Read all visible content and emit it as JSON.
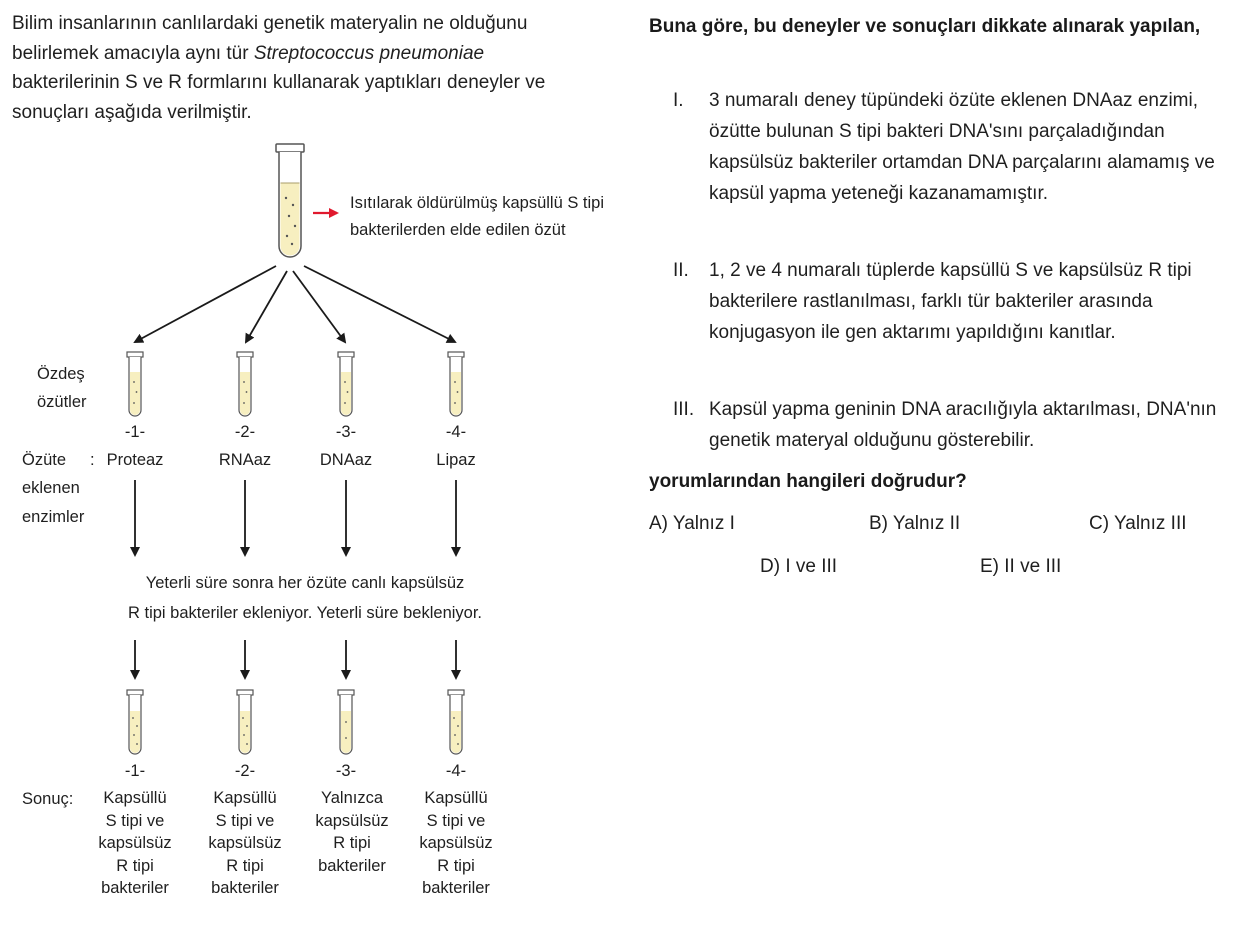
{
  "intro": {
    "text_before": "Bilim insanlarının canlılardaki genetik materyalin ne olduğunu belirlemek amacıyla aynı tür ",
    "species": "Streptococcus pneumoniae",
    "text_after": " bakterilerinin S ve R formlarını kullanarak yaptıkları deneyler ve sonuçları aşağıda verilmiştir."
  },
  "diagram": {
    "source_label": "Isıtılarak öldürülmüş kapsüllü S tipi bakterilerden elde edilen özüt",
    "identical_extracts_label": [
      "Özdeş",
      "özütler"
    ],
    "tube_numbers": [
      "-1-",
      "-2-",
      "-3-",
      "-4-"
    ],
    "enzymes_label": [
      "Özüte",
      "eklenen",
      "enzimler"
    ],
    "enzymes_colon": ":",
    "enzymes": [
      "Proteaz",
      "RNAaz",
      "DNAaz",
      "Lipaz"
    ],
    "middle_text": [
      "Yeterli süre sonra her özüte canlı kapsülsüz",
      "R tipi bakteriler ekleniyor. Yeterli süre bekleniyor."
    ],
    "result_label": "Sonuç:",
    "results": [
      "Kapsüllü\nS tipi ve\nkapsülsüz\nR tipi\nbakteriler",
      "Kapsüllü\nS tipi ve\nkapsülsüz\nR tipi\nbakteriler",
      "Yalnızca\nkapsülsüz\nR tipi\nbakteriler",
      "Kapsüllü\nS tipi ve\nkapsülsüz\nR tipi\nbakteriler"
    ],
    "colors": {
      "tube_liquid": "#f7efc0",
      "tube_glass": "#555555",
      "arrow": "#1a1a1a",
      "source_arrow": "#e0192e"
    }
  },
  "question": {
    "title": "Buna göre, bu deneyler ve sonuçları dikkate alınarak yapılan,",
    "statements": [
      {
        "roman": "I.",
        "text": "3 numaralı deney tüpündeki özüte eklenen DNAaz enzimi, özütte bulunan S tipi bakteri DNA'sını parçaladığından kapsülsüz bakteriler ortamdan DNA parçalarını alamamış ve kapsül yapma yeteneği kazanamamıştır."
      },
      {
        "roman": "II.",
        "text": "1, 2 ve 4 numaralı tüplerde kapsüllü S ve kapsülsüz R tipi bakterilere rastlanılması, farklı tür bakteriler arasında konjugasyon ile gen aktarımı yapıldığını kanıtlar."
      },
      {
        "roman": "III.",
        "text": "Kapsül yapma geninin DNA aracılığıyla aktarılması, DNA'nın genetik materyal olduğunu gösterebilir."
      }
    ],
    "closing": "yorumlarından hangileri doğrudur?",
    "options": {
      "A": "A) Yalnız I",
      "B": "B) Yalnız II",
      "C": "C) Yalnız III",
      "D": "D) I ve III",
      "E": "E) II ve III"
    }
  }
}
